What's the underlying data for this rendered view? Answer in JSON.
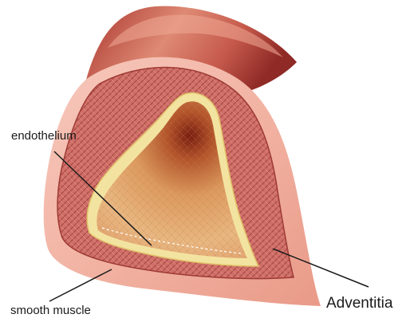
{
  "labels": {
    "endothelium": "endothelium",
    "smooth_muscle": "smooth muscle",
    "adventitia": "Adventitia"
  },
  "layers": [
    "endothelium",
    "smooth muscle",
    "adventitia"
  ],
  "colors": {
    "adventitia": "#f3b9ab",
    "muscle": "#cf6f68",
    "endothelium": "#f2e29a",
    "lumen": "#d8925a",
    "leader_line": "#1a1a1a"
  }
}
